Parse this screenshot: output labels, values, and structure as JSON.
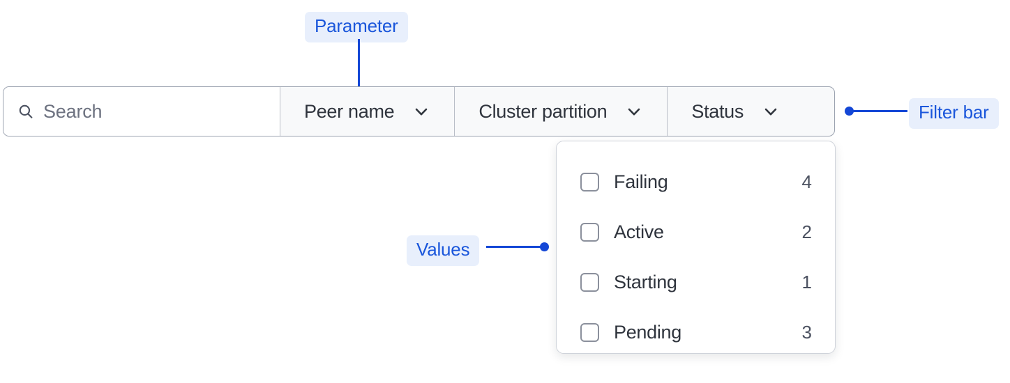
{
  "annotations": {
    "parameter": {
      "label": "Parameter"
    },
    "filter_bar": {
      "label": "Filter bar"
    },
    "values": {
      "label": "Values"
    }
  },
  "filter_bar": {
    "search": {
      "placeholder": "Search",
      "value": "",
      "icon": "search-icon"
    },
    "segments": [
      {
        "label": "Peer name",
        "icon": "chevron-down-icon"
      },
      {
        "label": "Cluster partition",
        "icon": "chevron-down-icon"
      },
      {
        "label": "Status",
        "icon": "chevron-down-icon"
      }
    ]
  },
  "dropdown": {
    "open_for": "Status",
    "options": [
      {
        "label": "Failing",
        "count": "4",
        "checked": false
      },
      {
        "label": "Active",
        "count": "2",
        "checked": false
      },
      {
        "label": "Starting",
        "count": "1",
        "checked": false
      },
      {
        "label": "Pending",
        "count": "3",
        "checked": false
      }
    ]
  },
  "colors": {
    "accent": "#1447d6",
    "callout_bg": "#e8effc",
    "bar_border": "#9ca3b0",
    "segment_bg": "#f8f9fa",
    "text": "#2f343d",
    "muted_text": "#6d7280"
  }
}
